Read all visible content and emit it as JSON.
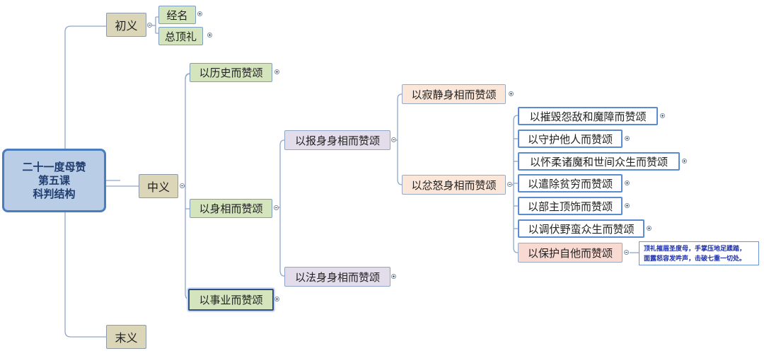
{
  "root": {
    "lines": [
      "二十一度母赞",
      "第五课",
      "科判结构"
    ]
  },
  "sections": {
    "chuyi": "初义",
    "jingming": "经名",
    "zongdingli": "总顶礼",
    "zhongyi": "中义",
    "lishi": "以历史而赞颂",
    "shenxiang": "以身相而赞颂",
    "baoshen": "以报身身相而赞颂",
    "jijing": "以寂静身相而赞颂",
    "fennu": "以忿怒身相而赞颂",
    "cuihui": "以摧毁怨敌和魔障而赞颂",
    "shouhu": "以守护他人而赞颂",
    "huairou": "以怀柔诸魔和世间众生而赞颂",
    "qianchu": "以遣除贫穷而赞颂",
    "buzhu": "以部主顶饰而赞颂",
    "tiaofu": "以调伏野蛮众生而赞颂",
    "baohu": "以保护自他而赞颂",
    "fashen": "以法身身相而赞颂",
    "shiye": "以事业而赞颂",
    "moyi": "末义"
  },
  "note": {
    "lines": [
      "顶礼摧眉圣度母，手掌压地足蹂踏，",
      "面露怒容发吽声，击破七重一切处。"
    ]
  },
  "colors": {
    "root_fill": "#b9cde6",
    "root_border": "#4a7cc0",
    "level1_fill": "#dcd6b8",
    "level2_fill": "#d4e4bd",
    "level3_fill": "#e3dcea",
    "level4_fill": "#fbe7da",
    "highlight_fill": "#f9dad2",
    "note_text": "#1c2fa8",
    "link": "#8fa6c8"
  }
}
